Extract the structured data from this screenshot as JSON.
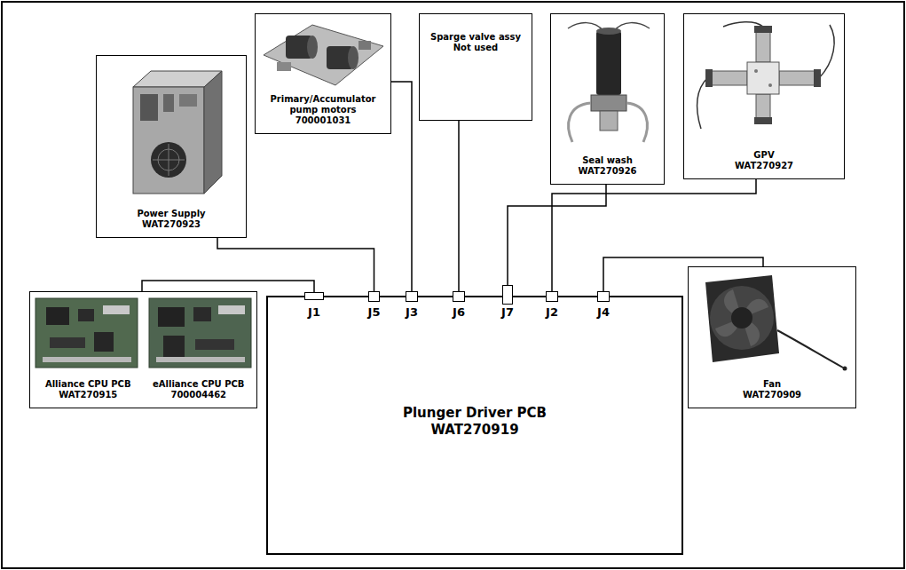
{
  "diagram": {
    "nodes": [
      {
        "text": [
          "Power Supply",
          "WAT270923"
        ]
      },
      {
        "text": [
          "Primary/Accumulator pump motors",
          "700001031"
        ]
      },
      {
        "text": [
          "Sparge valve assy",
          "Not used"
        ]
      },
      {
        "text": [
          "Seal wash",
          "WAT270926"
        ]
      },
      {
        "text": [
          "GPV",
          "WAT270927"
        ]
      },
      {
        "text": [
          "Alliance CPU PCB",
          "WAT270915",
          "eAlliance CPU PCB",
          "700004462"
        ]
      },
      {
        "text": [
          "Plunger Driver PCB",
          "WAT270919"
        ]
      },
      {
        "text": [
          "J1"
        ],
        "in": 6
      },
      {
        "text": [
          "J5"
        ],
        "in": 6
      },
      {
        "text": [
          "J3"
        ],
        "in": 6
      },
      {
        "text": [
          "J6"
        ],
        "in": 6
      },
      {
        "text": [
          "J7"
        ],
        "in": 6
      },
      {
        "text": [
          "J2"
        ],
        "in": 6
      },
      {
        "text": [
          "J4"
        ],
        "in": 6
      },
      {
        "text": [
          "Fan",
          "WAT270909"
        ]
      }
    ],
    "edges": [
      {
        "from": 7,
        "to": 5,
        "arrow": "none"
      },
      {
        "from": 8,
        "to": 0,
        "arrow": "none"
      },
      {
        "from": 9,
        "to": 1,
        "arrow": "none"
      },
      {
        "from": 10,
        "to": 2,
        "arrow": "none"
      },
      {
        "from": 11,
        "to": 3,
        "arrow": "none"
      },
      {
        "from": 12,
        "to": 4,
        "arrow": "none"
      },
      {
        "from": 13,
        "to": 14,
        "arrow": "none"
      }
    ]
  }
}
